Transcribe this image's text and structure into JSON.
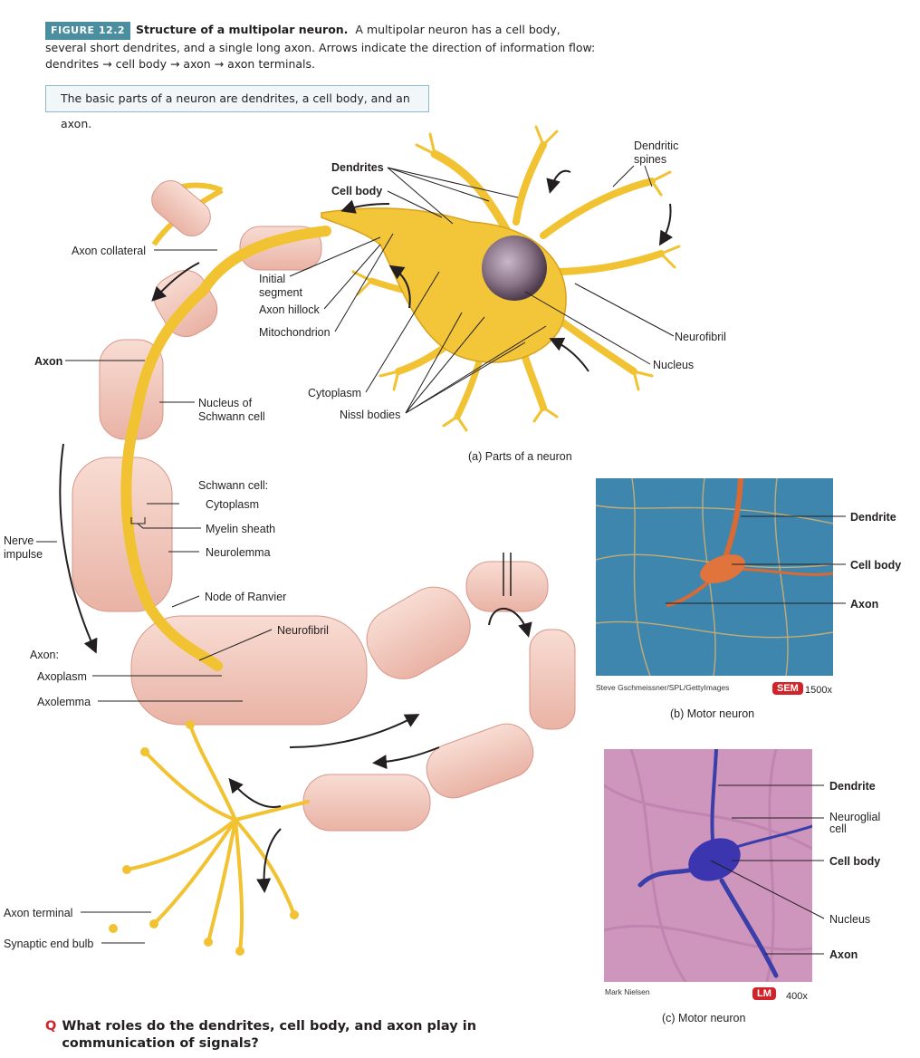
{
  "caption": {
    "tag": "FIGURE 12.2",
    "title": "Structure of a multipolar neuron.",
    "body": "A multipolar neuron has a cell body, several short dendrites, and a single long axon. Arrows indicate the direction of information flow: dendrites → cell body → axon → axon terminals."
  },
  "key_concept": "The basic parts of a neuron are dendrites, a cell body, and an axon.",
  "diagram_a": {
    "subtitle": "(a) Parts of a neuron",
    "labels": {
      "dendrites": "Dendrites",
      "cell_body": "Cell body",
      "dendritic_spines": "Dendritic\nspines",
      "axon_collateral": "Axon collateral",
      "initial_segment": "Initial\nsegment",
      "axon_hillock": "Axon hillock",
      "mitochondrion": "Mitochondrion",
      "neurofibril": "Neurofibril",
      "nucleus": "Nucleus",
      "axon": "Axon",
      "cytoplasm": "Cytoplasm",
      "nissl_bodies": "Nissl bodies",
      "nucleus_schwann": "Nucleus of\nSchwann cell",
      "schwann_cell": "Schwann cell:",
      "schwann_cytoplasm": "Cytoplasm",
      "myelin_sheath": "Myelin sheath",
      "neurolemma": "Neurolemma",
      "nerve_impulse": "Nerve\nimpulse",
      "node_of_ranvier": "Node of Ranvier",
      "neurofibril_axon": "Neurofibril",
      "axon_group": "Axon:",
      "axoplasm": "Axoplasm",
      "axolemma": "Axolemma",
      "axon_terminal": "Axon terminal",
      "synaptic_end_bulb": "Synaptic end bulb"
    }
  },
  "panel_b": {
    "subtitle": "(b) Motor neuron",
    "credit": "Steve Gschmeissner/SPL/GettyImages",
    "badge": "SEM",
    "magnification": "1500x",
    "labels": {
      "dendrite": "Dendrite",
      "cell_body": "Cell body",
      "axon": "Axon"
    }
  },
  "panel_c": {
    "subtitle": "(c) Motor neuron",
    "credit": "Mark Nielsen",
    "badge": "LM",
    "magnification": "400x",
    "labels": {
      "dendrite": "Dendrite",
      "neuroglial_cell": "Neuroglial\ncell",
      "cell_body": "Cell body",
      "nucleus": "Nucleus",
      "axon": "Axon"
    }
  },
  "question": {
    "marker": "Q",
    "text": "What roles do the dendrites, cell body, and axon play in communication of signals?"
  },
  "colors": {
    "accent_teal": "#4a8ea0",
    "badge_red": "#d2232a",
    "neuron_yellow": "#f3c63a",
    "myelin_pink": "#f2c4b8"
  }
}
